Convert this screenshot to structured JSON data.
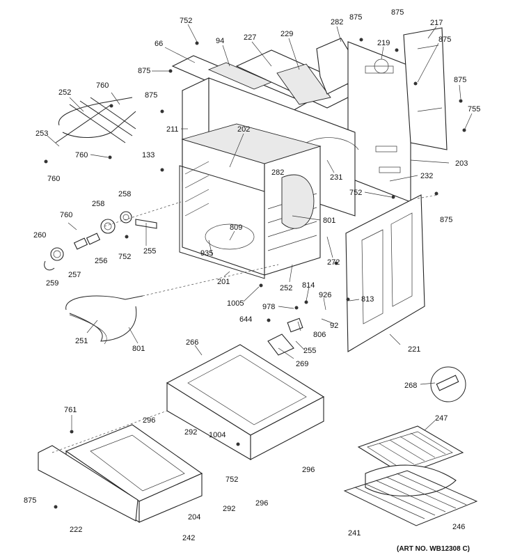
{
  "diagram": {
    "art_number": "(ART NO. WB12308 C)",
    "callouts": [
      {
        "id": "c752a",
        "text": "752"
      },
      {
        "id": "c94",
        "text": "94"
      },
      {
        "id": "c227",
        "text": "227"
      },
      {
        "id": "c229",
        "text": "229"
      },
      {
        "id": "c282a",
        "text": "282"
      },
      {
        "id": "c875a",
        "text": "875"
      },
      {
        "id": "c875b",
        "text": "875"
      },
      {
        "id": "c219",
        "text": "219"
      },
      {
        "id": "c217",
        "text": "217"
      },
      {
        "id": "c875c",
        "text": "875"
      },
      {
        "id": "c66",
        "text": "66"
      },
      {
        "id": "c875d",
        "text": "875"
      },
      {
        "id": "c760a",
        "text": "760"
      },
      {
        "id": "c252a",
        "text": "252"
      },
      {
        "id": "c875e",
        "text": "875"
      },
      {
        "id": "c875f",
        "text": "875"
      },
      {
        "id": "c755",
        "text": "755"
      },
      {
        "id": "c211",
        "text": "211"
      },
      {
        "id": "c202",
        "text": "202"
      },
      {
        "id": "c253",
        "text": "253"
      },
      {
        "id": "c760b",
        "text": "760"
      },
      {
        "id": "c133",
        "text": "133"
      },
      {
        "id": "c203",
        "text": "203"
      },
      {
        "id": "c760c",
        "text": "760"
      },
      {
        "id": "c231",
        "text": "231"
      },
      {
        "id": "c232",
        "text": "232"
      },
      {
        "id": "c282b",
        "text": "282"
      },
      {
        "id": "c752b",
        "text": "752"
      },
      {
        "id": "c258a",
        "text": "258"
      },
      {
        "id": "c258b",
        "text": "258"
      },
      {
        "id": "c875g",
        "text": "875"
      },
      {
        "id": "c760d",
        "text": "760"
      },
      {
        "id": "c801a",
        "text": "801"
      },
      {
        "id": "c260",
        "text": "260"
      },
      {
        "id": "c809",
        "text": "809"
      },
      {
        "id": "c255a",
        "text": "255"
      },
      {
        "id": "c752c",
        "text": "752"
      },
      {
        "id": "c256",
        "text": "256"
      },
      {
        "id": "c935",
        "text": "935"
      },
      {
        "id": "c257",
        "text": "257"
      },
      {
        "id": "c259",
        "text": "259"
      },
      {
        "id": "c272",
        "text": "272"
      },
      {
        "id": "c201",
        "text": "201"
      },
      {
        "id": "c252b",
        "text": "252"
      },
      {
        "id": "c814",
        "text": "814"
      },
      {
        "id": "c1005",
        "text": "1005"
      },
      {
        "id": "c926",
        "text": "926"
      },
      {
        "id": "c813",
        "text": "813"
      },
      {
        "id": "c978",
        "text": "978"
      },
      {
        "id": "c644",
        "text": "644"
      },
      {
        "id": "c92",
        "text": "92"
      },
      {
        "id": "c806",
        "text": "806"
      },
      {
        "id": "c251",
        "text": "251"
      },
      {
        "id": "c801b",
        "text": "801"
      },
      {
        "id": "c221",
        "text": "221"
      },
      {
        "id": "c255b",
        "text": "255"
      },
      {
        "id": "c266",
        "text": "266"
      },
      {
        "id": "c269",
        "text": "269"
      },
      {
        "id": "c268",
        "text": "268"
      },
      {
        "id": "c761",
        "text": "761"
      },
      {
        "id": "c296a",
        "text": "296"
      },
      {
        "id": "c292a",
        "text": "292"
      },
      {
        "id": "c1004",
        "text": "1004"
      },
      {
        "id": "c247",
        "text": "247"
      },
      {
        "id": "c296b",
        "text": "296"
      },
      {
        "id": "c752d",
        "text": "752"
      },
      {
        "id": "c875h",
        "text": "875"
      },
      {
        "id": "c296c",
        "text": "296"
      },
      {
        "id": "c292b",
        "text": "292"
      },
      {
        "id": "c204",
        "text": "204"
      },
      {
        "id": "c222",
        "text": "222"
      },
      {
        "id": "c241",
        "text": "241"
      },
      {
        "id": "c246",
        "text": "246"
      },
      {
        "id": "c242",
        "text": "242"
      }
    ]
  }
}
